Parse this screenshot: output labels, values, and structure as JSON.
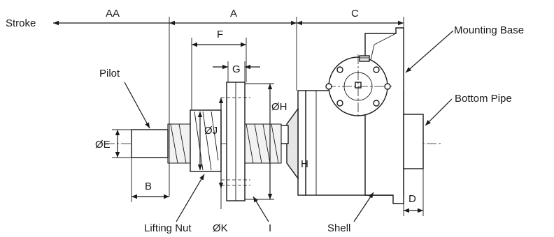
{
  "diagram": {
    "labels": {
      "stroke": "Stroke",
      "mounting_base": "Mounting Base",
      "pilot": "Pilot",
      "bottom_pipe": "Bottom Pipe",
      "lifting_nut": "Lifting Nut",
      "shell": "Shell",
      "diameter_k": "ØK",
      "part_i": "I"
    },
    "dimensions": {
      "aa": "AA",
      "a": "A",
      "c": "C",
      "f": "F",
      "g": "G",
      "diameter_h": "ØH",
      "diameter_j": "ØJ",
      "diameter_e": "ØE",
      "h": "H",
      "b": "B",
      "d": "D"
    }
  }
}
